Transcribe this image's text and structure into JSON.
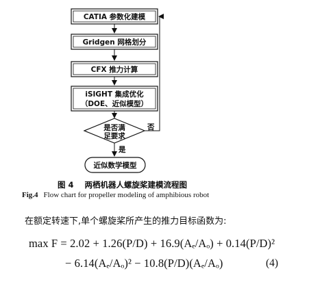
{
  "flowchart": {
    "nodes": {
      "catia": "CATIA 参数化建模",
      "gridgen": "Gridgen 网格划分",
      "cfx": "CFX 推力计算",
      "isight_line1": "iSIGHT 集成优化",
      "isight_line2": "（DOE、近似模型）",
      "decision_line1": "是否满",
      "decision_line2": "足要求",
      "result": "近似数学模型"
    },
    "edges": {
      "yes_label": "是",
      "no_label": "否"
    }
  },
  "figure_caption": {
    "cn_number": "图 4",
    "cn_title": "两栖机器人螺旋桨建模流程图",
    "en_number": "Fig.4",
    "en_title": "Flow chart for propeller modeling of amphibious robot"
  },
  "paragraph": "在额定转速下,单个螺旋桨所产生的推力目标函数为:",
  "equation": {
    "line1": "max F = 2.02 + 1.26(P/D) + 16.9(Aₑ/Aₒ) + 0.14(P/D)²",
    "line2": "− 6.14(Aₑ/Aₒ)² − 10.8(P/D)(Aₑ/Aₒ)",
    "number": "(4)"
  }
}
